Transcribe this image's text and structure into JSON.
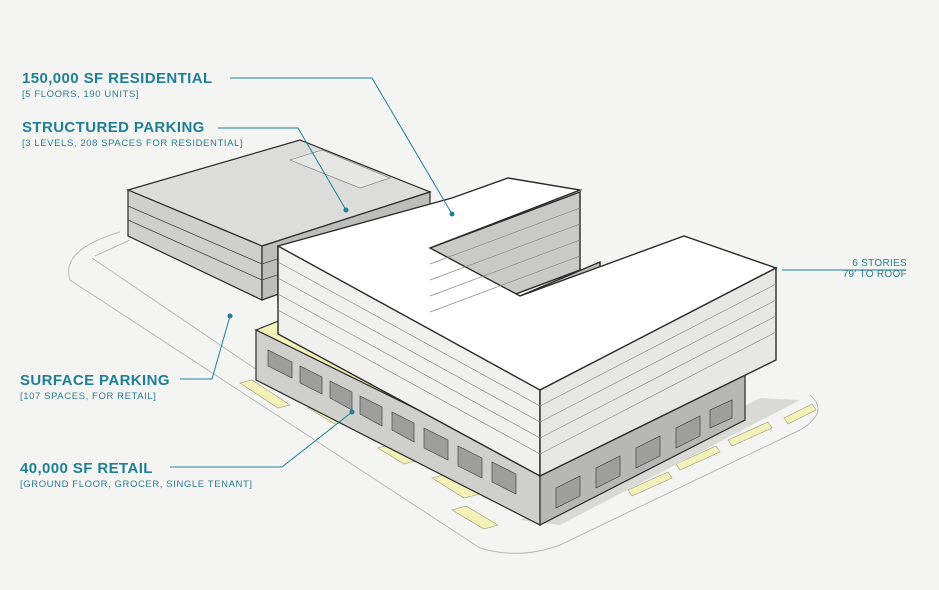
{
  "labels": {
    "residential": {
      "title": "150,000 SF RESIDENTIAL",
      "sub": "[5 FLOORS, 190 UNITS]"
    },
    "parking": {
      "title": "STRUCTURED PARKING",
      "sub": "[3 LEVELS, 208 SPACES FOR RESIDENTIAL]"
    },
    "surface": {
      "title": "SURFACE PARKING",
      "sub": "[107 SPACES, FOR RETAIL]"
    },
    "retail": {
      "title": "40,000 SF RETAIL",
      "sub": "[GROUND FLOOR, GROCER, SINGLE TENANT]"
    },
    "height": {
      "line1": "6 STORIES",
      "line2": "79' TO ROOF"
    }
  },
  "colors": {
    "accent": "#1f7f96",
    "background": "#f4f4f2",
    "retail_highlight": "#f3f1b8"
  }
}
